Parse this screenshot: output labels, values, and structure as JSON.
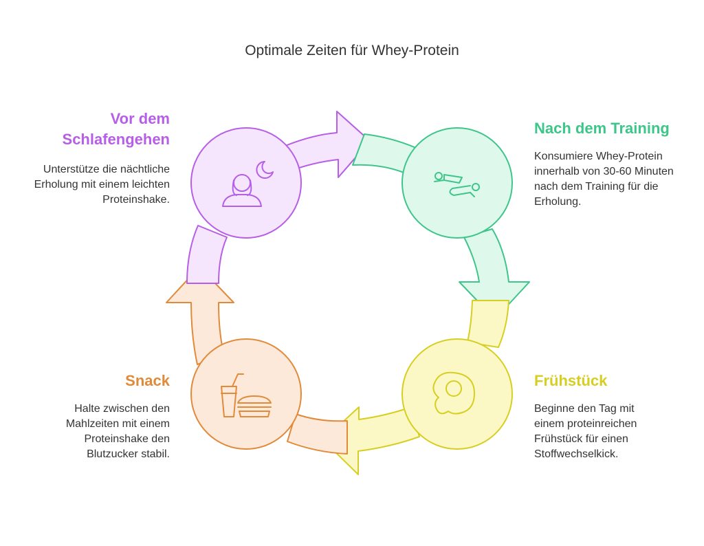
{
  "title": "Optimale Zeiten für Whey-Protein",
  "stages": [
    {
      "key": "after",
      "heading": "Nach dem Training",
      "text": "Konsumiere Whey-Protein innerhalb von 30-60 Minuten nach dem Training für die Erholung.",
      "icon": "workout-icon",
      "color": "#3ec58a",
      "fill": "#def8eb"
    },
    {
      "key": "breakfast",
      "heading": "Frühstück",
      "text": "Beginne den Tag mit einem proteinreichen Frühstück für einen Stoffwechselkick.",
      "icon": "egg-icon",
      "color": "#d6cf22",
      "fill": "#fbf8c6"
    },
    {
      "key": "snack",
      "heading": "Snack",
      "text": "Halte zwischen den Mahlzeiten mit einem Proteinshake den Blutzucker stabil.",
      "icon": "fast-food-icon",
      "color": "#e08a3a",
      "fill": "#fde9d9"
    },
    {
      "key": "sleep",
      "heading": "Vor dem Schlafengehen",
      "text": "Unterstütze die nächtliche Erholung mit einem leichten Proteinshake.",
      "icon": "sleeping-woman-icon",
      "color": "#b65ee6",
      "fill": "#f5e6fd"
    }
  ]
}
